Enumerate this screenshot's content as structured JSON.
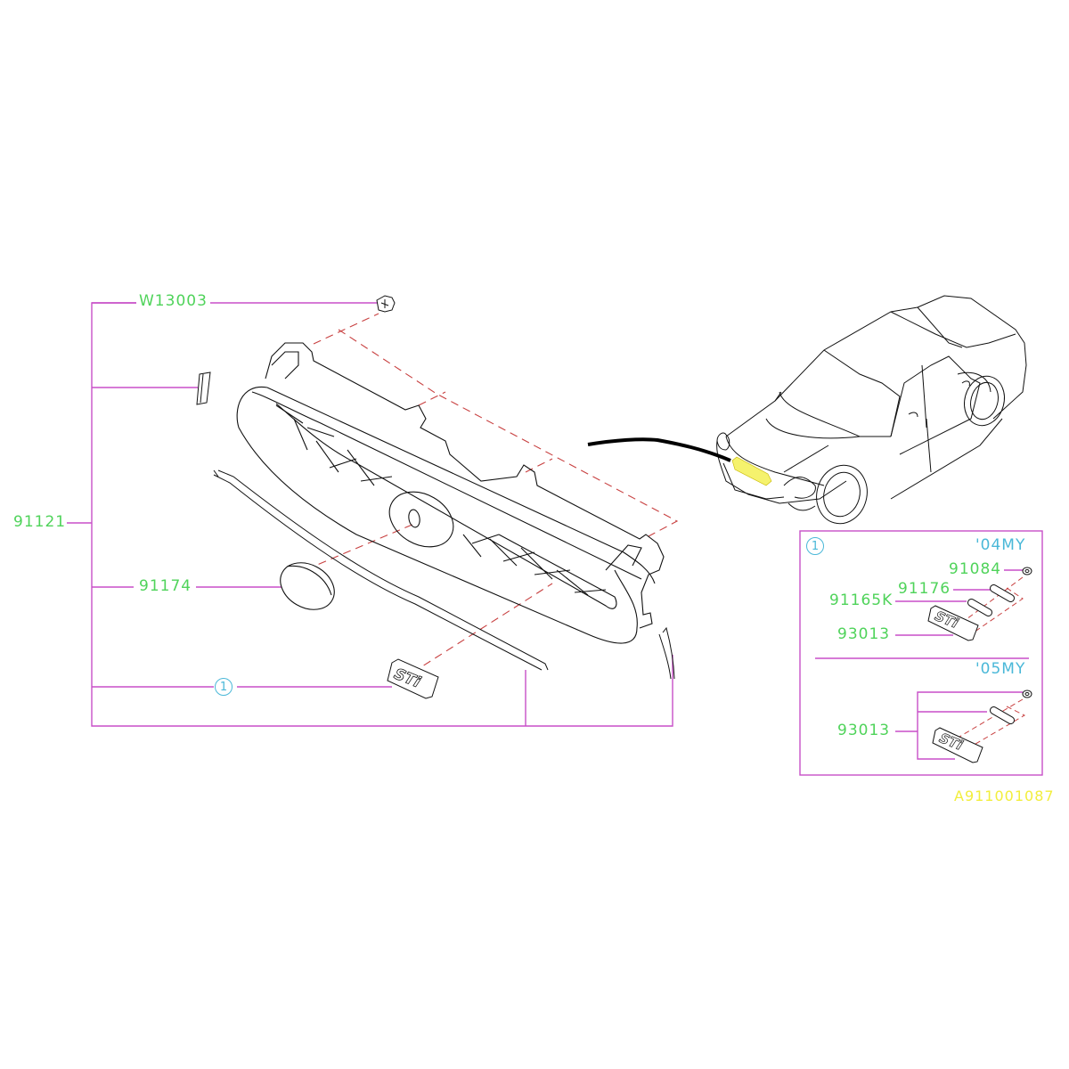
{
  "diagram": {
    "type": "exploded-parts-diagram",
    "subject": "Front grille assembly with STi emblem",
    "colors": {
      "part_number_text": "#4fd35a",
      "reference_text": "#4ab8d8",
      "leader_lines": "#c84fc8",
      "assembly_dash_lines": "#c84040",
      "outline": "#111111",
      "highlight": "#f2ee3c"
    },
    "callouts": {
      "w13003": "W13003",
      "p91121": "91121",
      "p91174": "91174",
      "ref1": "1"
    },
    "inset": {
      "ref": "1",
      "section_04": {
        "year_label": "'04MY",
        "parts": [
          "91084",
          "91176",
          "91165K",
          "93013"
        ]
      },
      "section_05": {
        "year_label": "'05MY",
        "parts": [
          "93013"
        ]
      }
    },
    "diagram_id": "A911001087"
  }
}
